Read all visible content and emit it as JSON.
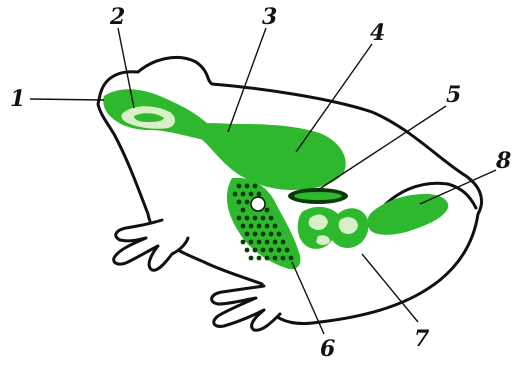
{
  "labels": [
    {
      "id": "1",
      "text": "1"
    },
    {
      "id": "2",
      "text": "2"
    },
    {
      "id": "3",
      "text": "3"
    },
    {
      "id": "4",
      "text": "4"
    },
    {
      "id": "5",
      "text": "5"
    },
    {
      "id": "6",
      "text": "6"
    },
    {
      "id": "7",
      "text": "7"
    },
    {
      "id": "8",
      "text": "8"
    }
  ],
  "colors": {
    "outline": "#111111",
    "organ_fill": "#2eb82e",
    "organ_light": "#d8f0c8",
    "liver_dots": "#0a3a0a",
    "background": "#ffffff"
  },
  "icons": {
    "subject": "frog-anatomy-illustration"
  }
}
